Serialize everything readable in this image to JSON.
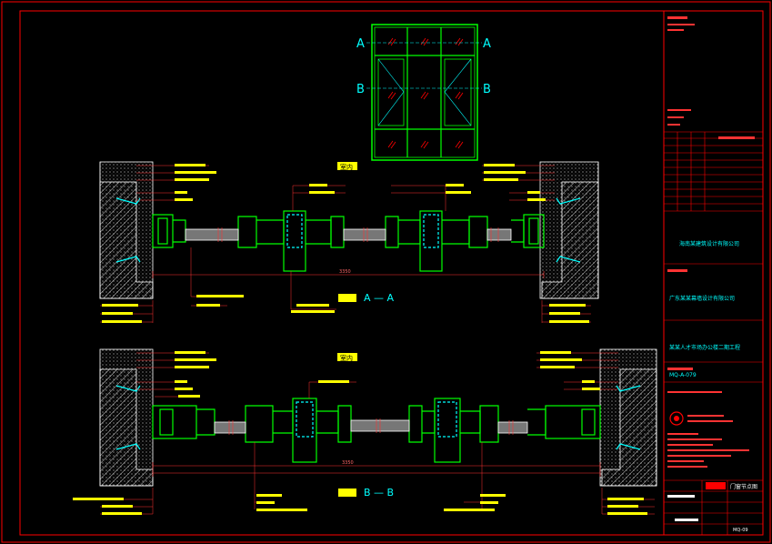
{
  "elevation": {
    "cut_a": "A",
    "cut_b": "B"
  },
  "section_a": {
    "tag": "室内",
    "title": "A — A",
    "dim_text": "3350"
  },
  "section_b": {
    "tag": "室内",
    "title": "B — B",
    "dim_text": "3350"
  },
  "title_block": {
    "company": "海南某建筑设计有限公司",
    "design_unit": "广东某某幕墙设计有限公司",
    "project": "某某人才市场办公楼二期工程",
    "drawing_no": "MQ-A-079",
    "sheet_label": "门窗节点图",
    "sheet_code": "MQ-09"
  },
  "colors": {
    "frame": "#ff0000",
    "profile": "#00ff00",
    "glass": "#00ffff",
    "note": "#ffff00",
    "dim": "#ff3333",
    "wall": "#ffffff",
    "title_text": "#00ffff"
  }
}
